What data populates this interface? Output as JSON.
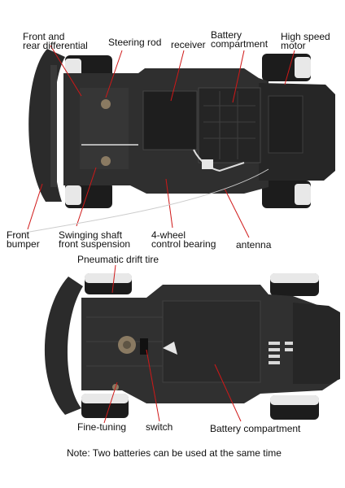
{
  "labels": {
    "front_rear_differential": [
      "Front and",
      "rear differential"
    ],
    "steering_rod": "Steering rod",
    "receiver": "receiver",
    "battery_compartment_top": [
      "Battery",
      "compartment"
    ],
    "high_speed_motor": [
      "High speed",
      "motor"
    ],
    "front_bumper": [
      "Front",
      "bumper"
    ],
    "swinging_shaft": [
      "Swinging shaft",
      "front suspension"
    ],
    "four_wheel_bearing": [
      "4-wheel",
      "control bearing"
    ],
    "antenna": "antenna",
    "pneumatic_drift_tire": "Pneumatic drift tire",
    "fine_tuning": "Fine-tuning",
    "switch": "switch",
    "battery_compartment_bottom": "Battery compartment"
  },
  "note": "Note: Two batteries can be used at the same time",
  "colors": {
    "leader": "#d01818",
    "chassis": "#2b2b2b",
    "tire": "#1c1c1c",
    "rim": "#e8e8e8"
  }
}
